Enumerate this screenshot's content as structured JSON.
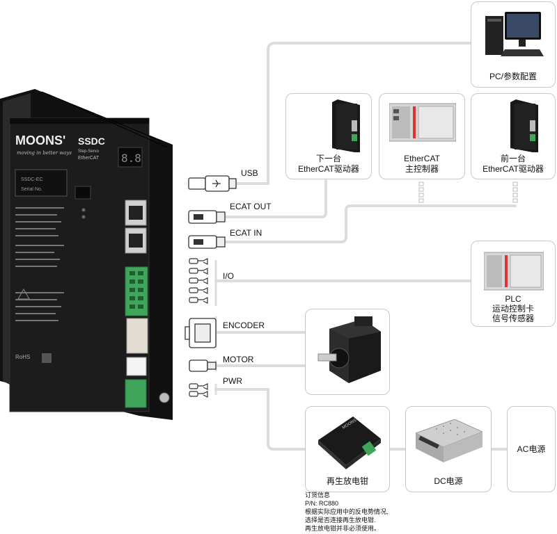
{
  "drive": {
    "brand": "MOONS'",
    "tagline": "moving in better ways",
    "model": "SSDC",
    "subtitle": "Step-Servo",
    "bus": "EtherCAT",
    "model_field": "SSDC-EC",
    "serial_field": "Serial No."
  },
  "connections": {
    "usb": "USB",
    "ecat_out": "ECAT OUT",
    "ecat_in": "ECAT IN",
    "io": "I/O",
    "encoder": "ENCODER",
    "motor": "MOTOR",
    "pwr": "PWR"
  },
  "devices": {
    "pc": "PC/参数配置",
    "next_drive": [
      "下一台",
      "EtherCAT驱动器"
    ],
    "master": [
      "EtherCAT",
      "主控制器"
    ],
    "prev_drive": [
      "前一台",
      "EtherCAT驱动器"
    ],
    "plc": [
      "PLC",
      "运动控制卡",
      "信号传感器"
    ],
    "regen": "再生放电钳",
    "dc": "DC电源",
    "ac": "AC电源"
  },
  "order_note": [
    "订货信息",
    "P/N: RC880",
    "根据实际应用中的反电势情况,",
    "选择是否连接再生放电钳.",
    "再生放电钳并非必须使用。"
  ],
  "colors": {
    "wire": "#dcdcdc",
    "drive_body": "#1c1c1c",
    "terminal_green": "#3fa55a",
    "led_red": "#d33"
  }
}
